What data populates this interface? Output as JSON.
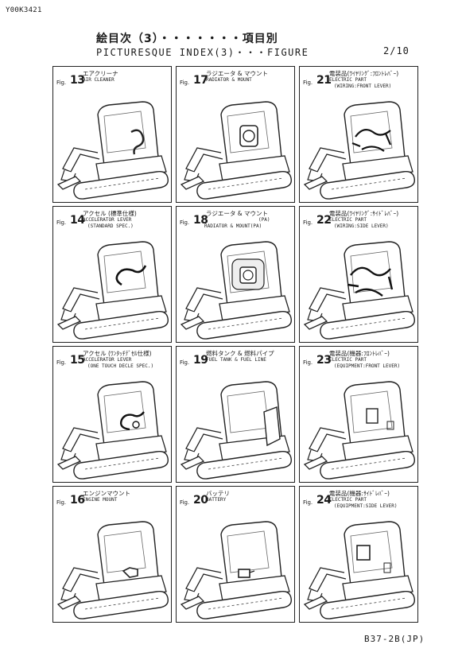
{
  "doc_id": "Y00K3421",
  "title_jp": "絵目次（3）・・・・・・・項目別",
  "title_en": "PICTURESQUE INDEX(3)・・・FIGURE",
  "page": "2/10",
  "fig_prefix": "Fig.",
  "reference": "B37-2B(JP)",
  "figures": [
    {
      "num": "13",
      "jp": "エアクリーナ",
      "en": [
        "AIR CLEANER"
      ]
    },
    {
      "num": "17",
      "jp": "ラジエータ & マウント",
      "en": [
        "RADIATOR & MOUNT"
      ]
    },
    {
      "num": "21",
      "jp": "電装品(ﾜｲﾔﾘﾝｸﾞ:ﾌﾛﾝﾄﾚﾊﾞｰ)",
      "en": [
        "ELECTRIC PART",
        "(WIRING:FRONT LEVER)"
      ]
    },
    {
      "num": "14",
      "jp": "アクセル (標準仕様)",
      "en": [
        "ACCELERATOR LEVER",
        "(STANDARD SPEC.)"
      ]
    },
    {
      "num": "18",
      "jp": "ラジエータ & マウント",
      "en": [
        "(PA)",
        "RADIATOR & MOUNT(PA)"
      ]
    },
    {
      "num": "22",
      "jp": "電装品(ﾜｲﾔﾘﾝｸﾞ:ｻｲﾄﾞﾚﾊﾞｰ)",
      "en": [
        "ELECTRIC PART",
        "(WIRING:SIDE LEVER)"
      ]
    },
    {
      "num": "15",
      "jp": "アクセル (ﾜﾝﾀｯﾁﾃﾞｾﾙ仕様)",
      "en": [
        "ACCELERATOR LEVER",
        "(ONE TOUCH DECLE SPEC.)"
      ]
    },
    {
      "num": "19",
      "jp": "燃料タンク & 燃料パイプ",
      "en": [
        "FUEL TANK & FUEL LINE"
      ]
    },
    {
      "num": "23",
      "jp": "電装品(機器:ﾌﾛﾝﾄﾚﾊﾞｰ)",
      "en": [
        "ELECTRIC PART",
        "(EQUIPMENT:FRONT LEVER)"
      ]
    },
    {
      "num": "16",
      "jp": "エンジンマウント",
      "en": [
        "ENGINE MOUNT"
      ]
    },
    {
      "num": "20",
      "jp": "バッテリ",
      "en": [
        "BATTERY"
      ]
    },
    {
      "num": "24",
      "jp": "電装品(機器:ｻｲﾄﾞﾚﾊﾞｰ)",
      "en": [
        "ELECTRIC PART",
        "(EQUIPMENT:SIDE LEVER)"
      ]
    }
  ]
}
